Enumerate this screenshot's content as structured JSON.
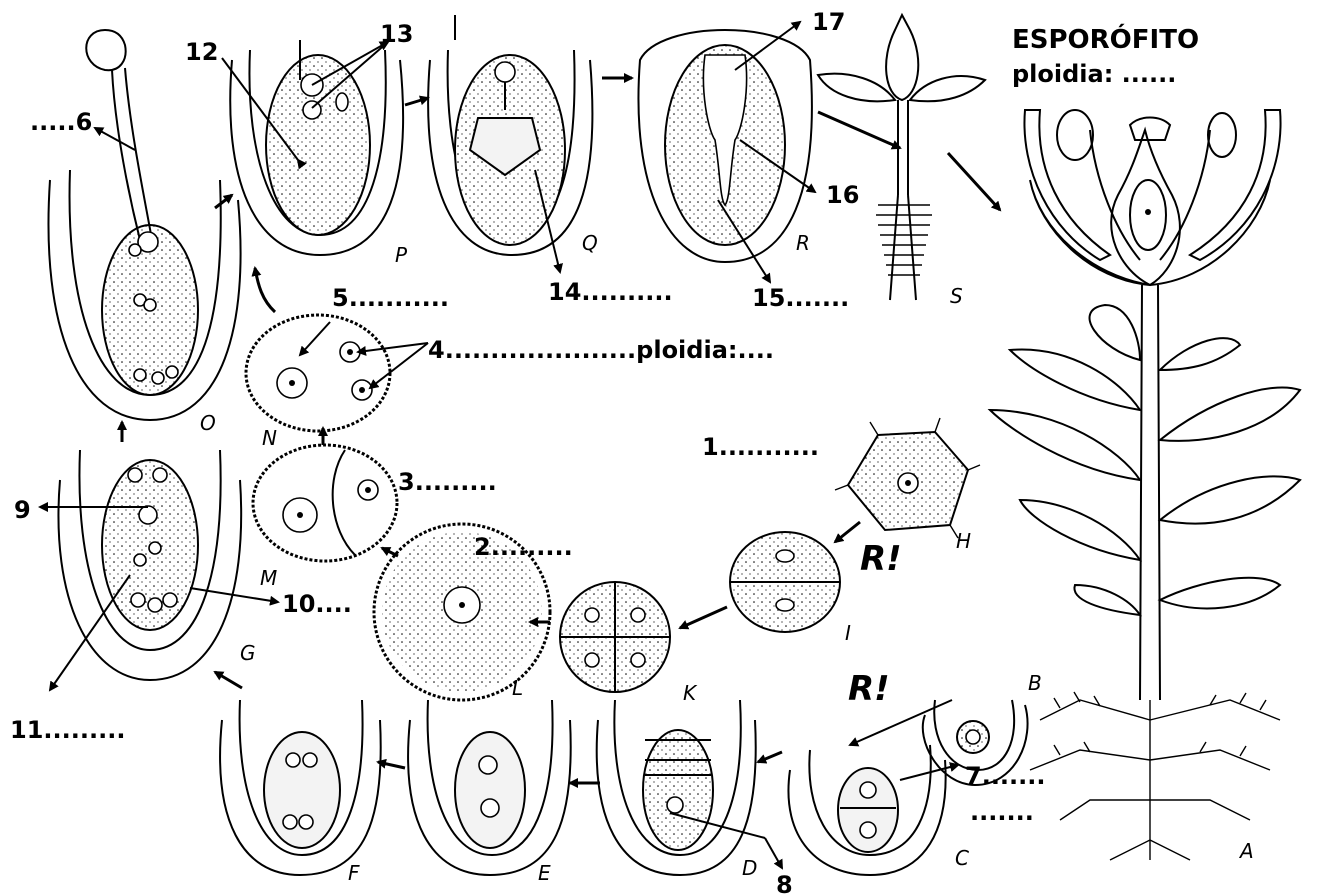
{
  "header": {
    "esporofito": "ESPORÓFITO",
    "ploidia_top": "ploidia: ......"
  },
  "labels": {
    "l1": "1...........",
    "l2": "2.........",
    "l3": "3.........",
    "l4": "4.....................ploidia:....",
    "l5": "5...........",
    "l6": ".....6",
    "l7": "7.......",
    "l7b": ".......",
    "l8": "8",
    "l9": "9",
    "l10": "10....",
    "l11": "11.........",
    "l12": "12",
    "l13": "13",
    "l14": "14..........",
    "l15": "15.......",
    "l16": "16",
    "l17": "17"
  },
  "stages": {
    "A": "A",
    "B": "B",
    "C": "C",
    "D": "D",
    "E": "E",
    "F": "F",
    "G": "G",
    "H": "H",
    "I": "I",
    "K": "K",
    "L": "L",
    "M": "M",
    "N": "N",
    "O": "O",
    "P": "P",
    "Q": "Q",
    "R": "R",
    "S": "S"
  },
  "meiosis_marks": {
    "r1": "R!",
    "r2": "R!"
  },
  "colors": {
    "ink": "#000000",
    "background": "#ffffff"
  }
}
